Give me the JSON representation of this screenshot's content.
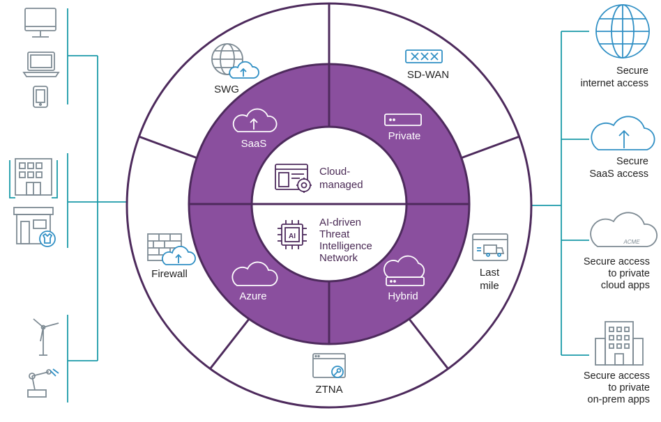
{
  "outer_ring": {
    "swg": "SWG",
    "sd_wan": "SD-WAN",
    "firewall": "Firewall",
    "last_mile": [
      "Last",
      "mile"
    ],
    "ztna": "ZTNA"
  },
  "middle_ring": {
    "saas": "SaaS",
    "private": "Private",
    "azure": "Azure",
    "hybrid": "Hybrid"
  },
  "core": {
    "cloud_managed": [
      "Cloud-",
      "managed"
    ],
    "ai_driven": [
      "AI-driven",
      "Threat",
      "Intelligence",
      "Network"
    ],
    "chip_text": "AI"
  },
  "right_outcomes": {
    "internet": [
      "Secure",
      "internet access"
    ],
    "saas": [
      "Secure",
      "SaaS access"
    ],
    "cloud_apps": [
      "Secure access",
      "to private",
      "cloud apps"
    ],
    "onprem_apps": [
      "Secure access",
      "to private",
      "on-prem apps"
    ],
    "acme_text": "ACME"
  },
  "colors": {
    "purple": "#8a4f9e",
    "ring_stroke": "#4d2a5c",
    "teal": "#1a9aa8"
  },
  "icons": {
    "left": [
      "desktop-monitor-icon",
      "laptop-icon",
      "mobile-phone-icon",
      "office-building-icon",
      "retail-store-icon",
      "wind-turbine-icon",
      "robot-arm-icon"
    ],
    "right": [
      "globe-icon",
      "cloud-upload-icon",
      "acme-cloud-icon",
      "office-tower-icon"
    ]
  }
}
